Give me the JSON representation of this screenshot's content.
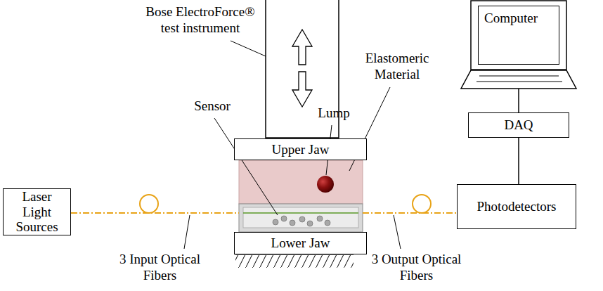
{
  "diagram": {
    "nodes": [
      {
        "text": [
          "Computer"
        ]
      },
      {
        "text": [
          "DAQ"
        ]
      },
      {
        "text": [
          "Upper Jaw"
        ]
      },
      {
        "text": [
          "Laser Light Sources"
        ]
      },
      {
        "text": [
          "Photodetectors"
        ]
      },
      {
        "text": [
          "Lower Jaw"
        ]
      }
    ],
    "edges": [
      {
        "from": 0,
        "to": 1,
        "arrow": "none"
      },
      {
        "from": 1,
        "to": 4,
        "arrow": "none"
      }
    ],
    "labels": [
      "Bose ElectroForce® test instrument",
      "Elastomeric Material",
      "Lump",
      "Sensor",
      "3 Input Optical Fibers",
      "3 Output Optical Fibers"
    ]
  }
}
